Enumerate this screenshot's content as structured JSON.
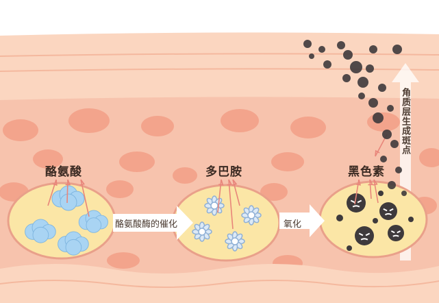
{
  "substances": {
    "tyrosine": "酪氨酸",
    "dopamine": "多巴胺",
    "melanin": "黑色素"
  },
  "processes": {
    "catalysis": "酪氨酸酶的催化",
    "oxidation": "氧化",
    "stratum_corneum_spots": "角质层生成斑点"
  },
  "colors": {
    "background": "#ffffff",
    "top_band": "#fbd6c0",
    "dermis": "#f7c3ad",
    "blob": "#f29a82",
    "cell_fill": "#fbe6a6",
    "cell_outline": "#e9a08a",
    "arrow_shaft": "#f7b7a6",
    "arrow_head": "#ffffff",
    "upward_arrow": "#e8857a",
    "cloud": "#a9d4f3",
    "flower": "#8fb0d6",
    "melanin": "#3e3a3c"
  },
  "icons": {
    "tyrosine_particle": "cloud-icon",
    "dopamine_particle": "flower-icon",
    "melanin_particle": "angry-face-icon",
    "spot_particle": "dot-icon",
    "upward": "up-arrow-icon"
  }
}
